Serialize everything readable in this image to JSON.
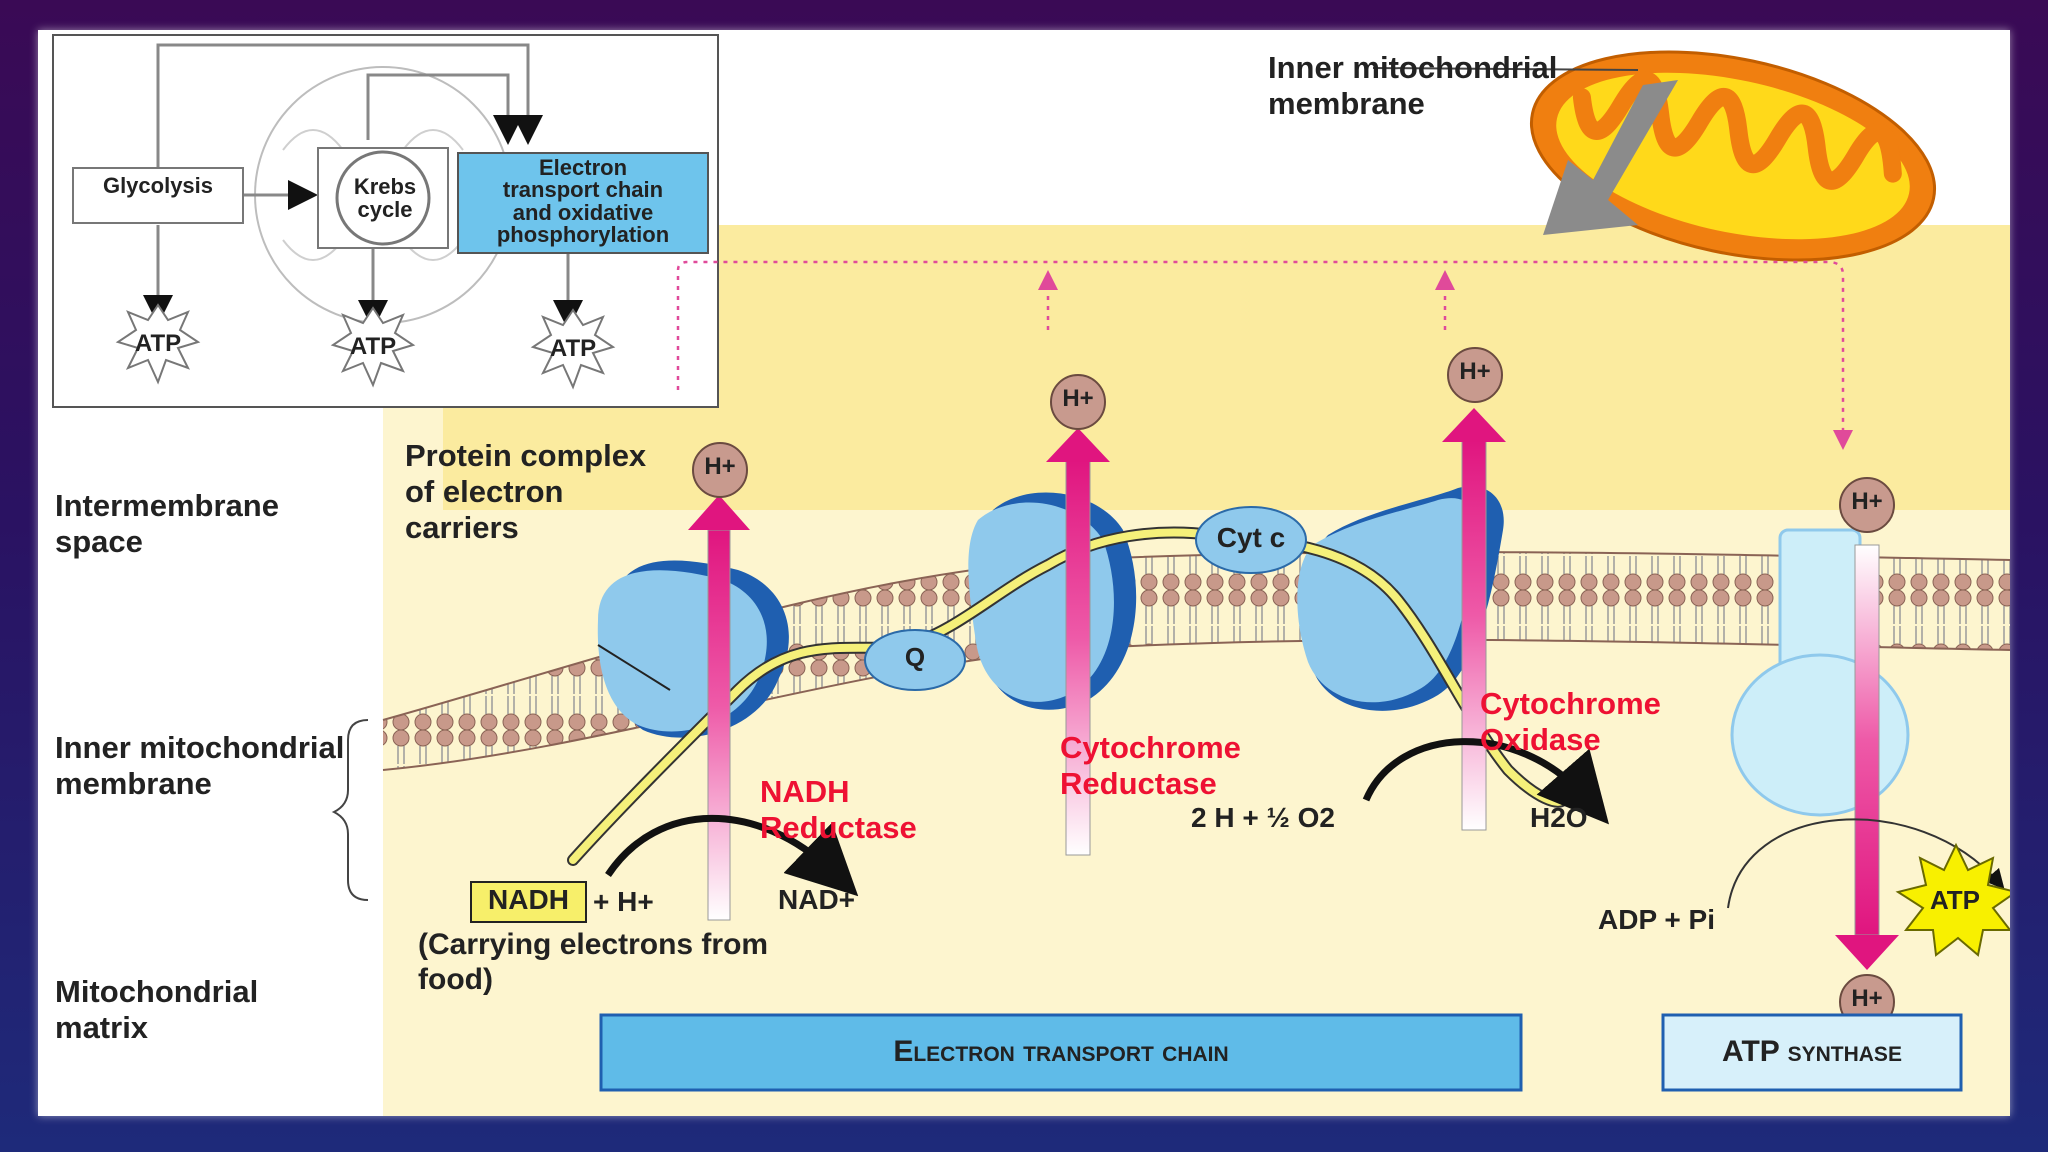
{
  "colors": {
    "background_top": "#3a0a55",
    "background_bottom": "#1e2a7a",
    "intermembrane_space": "#fbeb9f",
    "matrix": "#fdf5cf",
    "protein": "#8fc9ec",
    "proton_arrow": "#e0157f",
    "enzyme_label": "#ee1133",
    "mitochondrion_outer": "#f07f10",
    "mitochondrion_inner": "#ffd91a",
    "bar_fill": "#5fbbe8"
  },
  "inset": {
    "glycolysis": "Glycolysis",
    "krebs_line1": "Krebs",
    "krebs_line2": "cycle",
    "etc_line1": "Electron",
    "etc_line2": "transport chain",
    "etc_line3": "and oxidative",
    "etc_line4": "phosphorylation",
    "atp_labels": [
      "ATP",
      "ATP",
      "ATP"
    ]
  },
  "regions": {
    "intermembrane_space": "Intermembrane space",
    "inner_membrane": "Inner mitochondrial membrane",
    "matrix": "Mitochondrial matrix"
  },
  "callouts": {
    "inner_membrane_top": "Inner mitochondrial membrane",
    "protein_complex": "Protein complex of electron carriers"
  },
  "molecules": {
    "q": "Q",
    "cyt_c": "Cyt c",
    "proton": "H+",
    "nadh": "NADH",
    "nadh_plus_h": "+ H+",
    "nad_plus": "NAD+",
    "carrying_electrons": "(Carrying electrons from food)",
    "oxygen_reactants": "2 H + ½ O2",
    "water": "H2O",
    "adp_pi": "ADP + Pi",
    "atp": "ATP"
  },
  "enzymes": {
    "nadh_reductase": "NADH Reductase",
    "cytochrome_reductase": "Cytochrome Reductase",
    "cytochrome_oxidase": "Cytochrome Oxidase"
  },
  "bars": {
    "electron_transport_chain": "Electron transport chain",
    "atp_synthase": "ATP synthase"
  }
}
